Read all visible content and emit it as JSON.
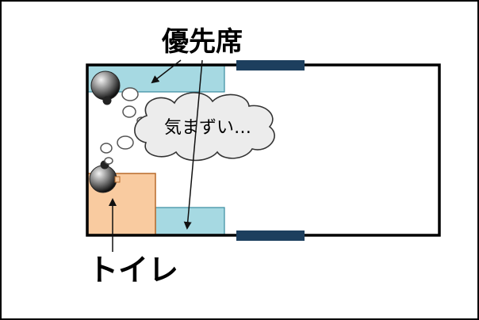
{
  "labels": {
    "priority_seat": "優先席",
    "toilet": "トイレ",
    "thought": "気まずい…"
  },
  "colors": {
    "frame_border": "#000000",
    "car_outline": "#000000",
    "seat_fill": "#a6d9e2",
    "seat_stroke": "#3a8ca0",
    "toilet_fill": "#f9cba0",
    "toilet_stroke": "#b86a2a",
    "door": "#1d3f5e",
    "cloud_fill": "#ececec",
    "cloud_stroke": "#333333",
    "text": "#000000"
  }
}
